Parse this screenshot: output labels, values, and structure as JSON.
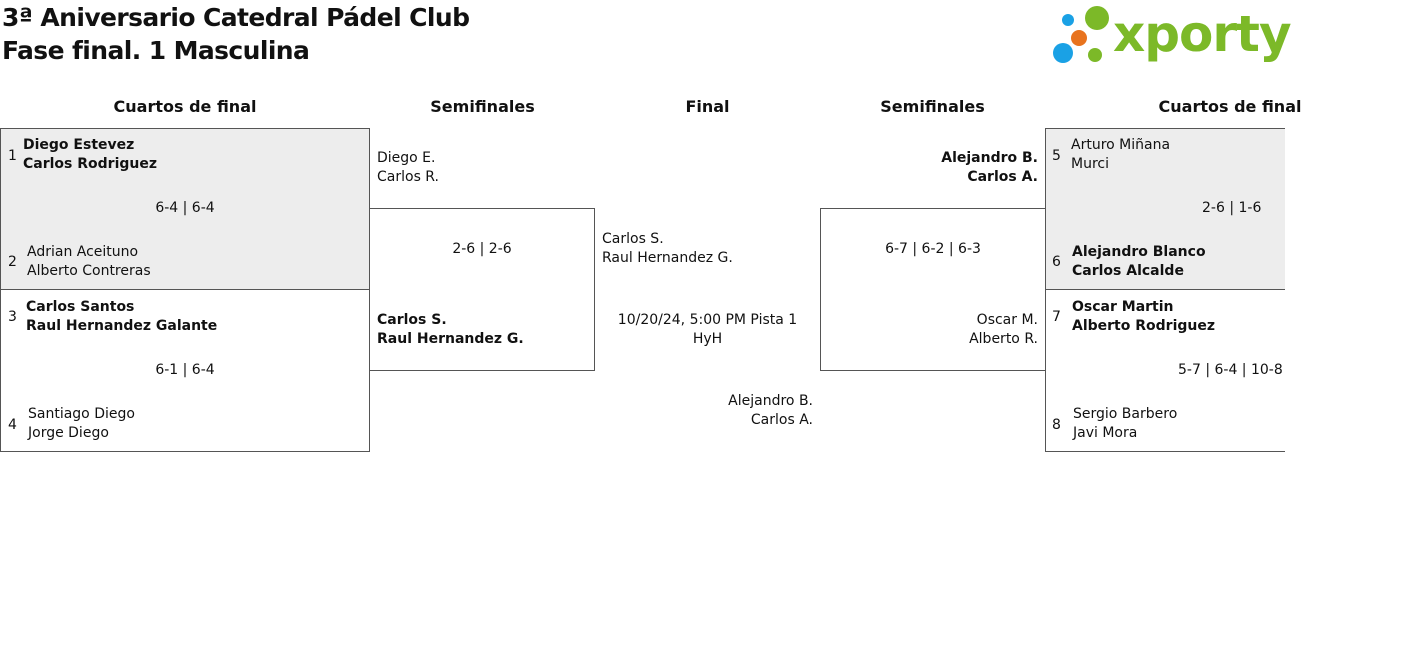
{
  "header": {
    "title": "3ª Aniversario Catedral Pádel Club",
    "subtitle": "Fase final. 1 Masculina",
    "logo_text": "xporty",
    "logo_colors": [
      "#1aa1e5",
      "#7cb928",
      "#e8731e",
      "#1aa1e5",
      "#7cb928"
    ]
  },
  "rounds": {
    "left_quarters": "Cuartos de final",
    "left_semis": "Semifinales",
    "final": "Final",
    "right_semis": "Semifinales",
    "right_quarters": "Cuartos de final"
  },
  "left_quarters": {
    "match1": {
      "seed_a": "1",
      "team_a": [
        "Diego Estevez",
        "Carlos Rodriguez"
      ],
      "score": "6-4 | 6-4",
      "seed_b": "2",
      "team_b": [
        "Adrian Aceituno",
        "Alberto Contreras"
      ]
    },
    "match2": {
      "seed_a": "3",
      "team_a": [
        "Carlos Santos",
        "Raul Hernandez Galante"
      ],
      "score": "6-1 | 6-4",
      "seed_b": "4",
      "team_b": [
        "Santiago Diego",
        "Jorge Diego"
      ]
    }
  },
  "left_semis": {
    "team_a": [
      "Diego E.",
      "Carlos R."
    ],
    "score": "2-6 | 2-6",
    "team_b": [
      "Carlos S.",
      "Raul Hernandez G."
    ]
  },
  "final": {
    "team_a": [
      "Carlos S.",
      "Raul Hernandez G."
    ],
    "schedule": "10/20/24, 5:00 PM Pista 1",
    "venue": "HyH",
    "team_b": [
      "Alejandro B.",
      "Carlos A."
    ]
  },
  "right_semis": {
    "team_a": [
      "Alejandro B.",
      "Carlos A."
    ],
    "score": "6-7 | 6-2 | 6-3",
    "team_b": [
      "Oscar M.",
      "Alberto R."
    ]
  },
  "right_quarters": {
    "match1": {
      "seed_a": "5",
      "team_a": [
        "Arturo Miñana",
        "Murci"
      ],
      "score": "2-6 | 1-6",
      "seed_b": "6",
      "team_b": [
        "Alejandro Blanco",
        "Carlos Alcalde"
      ]
    },
    "match2": {
      "seed_a": "7",
      "team_a": [
        "Oscar Martin",
        "Alberto Rodriguez"
      ],
      "score": "5-7 | 6-4 | 10-8",
      "seed_b": "8",
      "team_b": [
        "Sergio Barbero",
        "Javi Mora"
      ]
    }
  }
}
